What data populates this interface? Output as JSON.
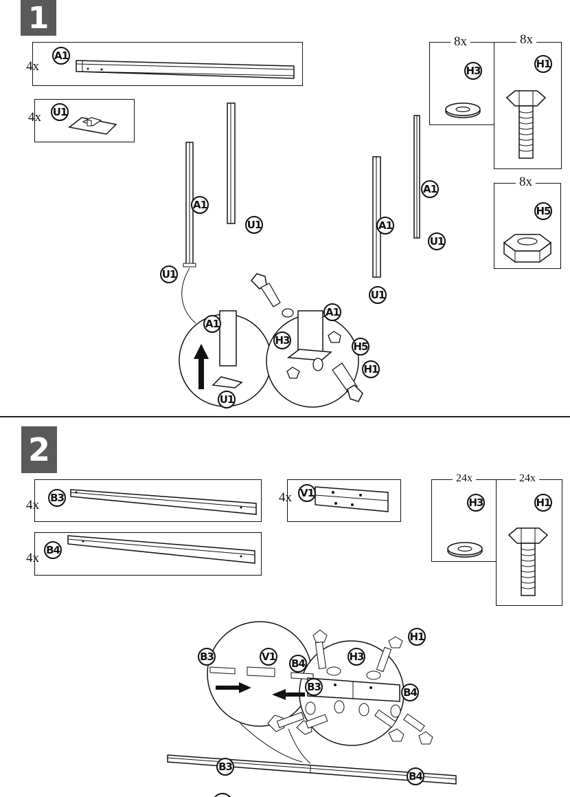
{
  "step1": {
    "number": "1",
    "parts": {
      "a1": {
        "qty": "4x",
        "tag": "A1"
      },
      "u1": {
        "qty": "4x",
        "tag": "U1"
      },
      "h3": {
        "qty": "8x",
        "tag": "H3"
      },
      "h1": {
        "qty": "8x",
        "tag": "H1"
      },
      "h5": {
        "qty": "8x",
        "tag": "H5"
      }
    },
    "assembly_tags": {
      "a1_left": "A1",
      "u1_left": "U1",
      "u1_mid": "U1",
      "a1_right": "A1",
      "u1_right": "U1",
      "a1_far": "A1",
      "u1_far": "U1",
      "zoom_a1": "A1",
      "zoom_u1": "U1",
      "detail_a1": "A1",
      "detail_h3": "H3",
      "detail_h5": "H5",
      "detail_h1": "H1"
    }
  },
  "step2": {
    "number": "2",
    "parts": {
      "b3": {
        "qty": "4x",
        "tag": "B3"
      },
      "b4": {
        "qty": "4x",
        "tag": "B4"
      },
      "v1": {
        "qty": "4x",
        "tag": "V1"
      },
      "h3": {
        "qty": "24x",
        "tag": "H3"
      },
      "h1": {
        "qty": "24x",
        "tag": "H1"
      }
    },
    "assembly_tags": {
      "zoom_b3": "B3",
      "zoom_v1": "V1",
      "zoom_b4": "B4",
      "detail_h3": "H3",
      "detail_h1": "H1",
      "detail_b3": "B3",
      "detail_b4": "B4",
      "beam_b3": "B3",
      "beam_b4": "B4"
    }
  },
  "colors": {
    "badge": "#5a5a5a",
    "line": "#111111"
  }
}
